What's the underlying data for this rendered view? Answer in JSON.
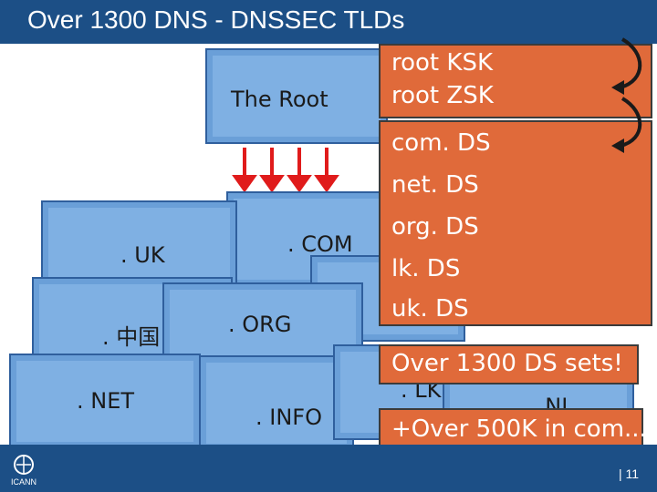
{
  "slide": {
    "title": "Over 1300 DNS - DNSSEC TLDs",
    "page_number": "| 11",
    "logo_text": "ICANN"
  },
  "zones": {
    "root": "The Root",
    "uk": ". UK",
    "com": ". COM",
    "cn": ". 中国",
    "org": ". ORG",
    "net": ". NET",
    "info": ". INFO",
    "lk": ". LK",
    "nl": ". NL"
  },
  "records": {
    "root_keys": [
      "root KSK",
      "root ZSK"
    ],
    "ds_list": [
      "com. DS",
      "net. DS",
      "org. DS",
      "lk. DS",
      "uk. DS"
    ],
    "summary1": "Over 1300 DS sets!",
    "summary2": "+Over 500K in com..."
  },
  "colors": {
    "title_bar": "#1c4f86",
    "box_fill": "#7fb0e3",
    "record_fill": "#e06a3a",
    "arrow": "#e01b1b"
  }
}
